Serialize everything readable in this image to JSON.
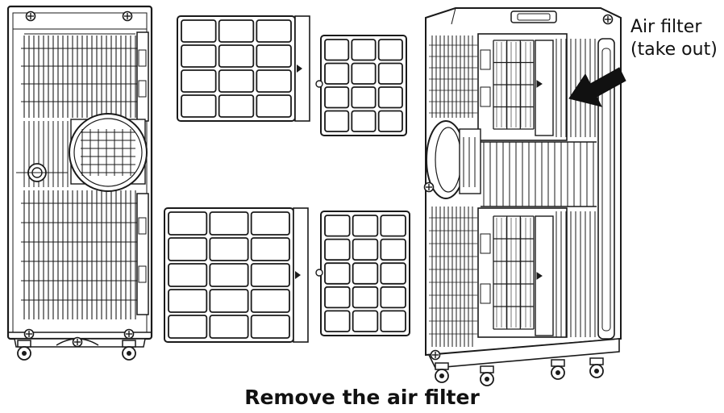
{
  "labels": {
    "callout_line1": "Air filter",
    "callout_line2": "(take out)",
    "caption": "Remove the air filter"
  },
  "icons": {
    "arrow": "arrow-pointing-left-icon",
    "screw": "screw-icon",
    "wheel": "caster-wheel-icon"
  },
  "colors": {
    "line": "#1a1a1a",
    "background": "#ffffff"
  }
}
